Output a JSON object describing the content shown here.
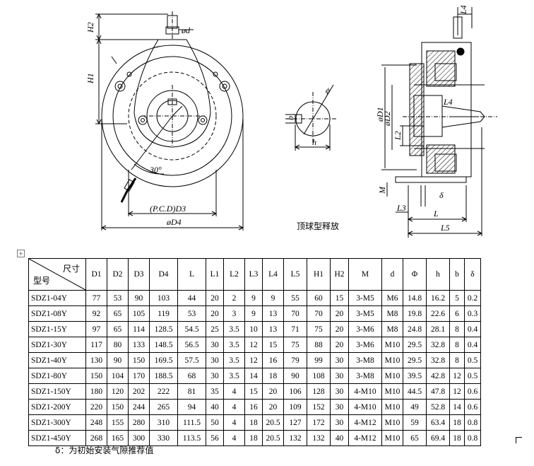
{
  "drawing": {
    "front_view": {
      "dims": {
        "h2": "H2",
        "h1": "H1",
        "d": "ød",
        "angle": "30°",
        "d3": "(P.C.D)D3",
        "d4": "øD4"
      }
    },
    "key_view": {
      "dims": {
        "phi": "ϕ",
        "b": "b",
        "h": "h"
      }
    },
    "section_view": {
      "dims": {
        "l4_top": "L4",
        "l4_mid": "L4",
        "d1": "øD1",
        "d2": "øD2",
        "l2": "L2",
        "m": "M",
        "delta": "δ",
        "l3": "L3",
        "l": "L",
        "l5": "L5"
      }
    },
    "caption": "顶球型释放"
  },
  "table": {
    "corner_top": "尺寸",
    "corner_bottom": "型号",
    "headers": [
      "D1",
      "D2",
      "D3",
      "D4",
      "L",
      "L1",
      "L2",
      "L3",
      "L4",
      "L5",
      "H1",
      "H2",
      "M",
      "d",
      "Φ",
      "h",
      "b",
      "δ"
    ],
    "rows": [
      [
        "SDZ1-04Y",
        "77",
        "53",
        "90",
        "103",
        "44",
        "20",
        "2",
        "9",
        "9",
        "55",
        "60",
        "15",
        "3-M5",
        "M6",
        "14.8",
        "16.2",
        "5",
        "0.2"
      ],
      [
        "SDZ1-08Y",
        "92",
        "65",
        "105",
        "119",
        "53",
        "20",
        "3",
        "9",
        "13",
        "70",
        "70",
        "20",
        "3-M5",
        "M8",
        "19.8",
        "22.6",
        "6",
        "0.3"
      ],
      [
        "SDZ1-15Y",
        "97",
        "65",
        "114",
        "128.5",
        "54.5",
        "25",
        "3.5",
        "10",
        "13",
        "71",
        "75",
        "20",
        "3-M6",
        "M8",
        "24.8",
        "28.1",
        "8",
        "0.4"
      ],
      [
        "SDZ1-30Y",
        "117",
        "80",
        "133",
        "148.5",
        "56.5",
        "30",
        "3.5",
        "12",
        "15",
        "75",
        "88",
        "20",
        "3-M6",
        "M10",
        "29.5",
        "32.8",
        "8",
        "0.4"
      ],
      [
        "SDZ1-40Y",
        "130",
        "90",
        "150",
        "169.5",
        "57.5",
        "30",
        "3.5",
        "12",
        "16",
        "79",
        "99",
        "30",
        "3-M8",
        "M10",
        "29.5",
        "32.8",
        "8",
        "0.5"
      ],
      [
        "SDZ1-80Y",
        "150",
        "104",
        "170",
        "188.5",
        "68",
        "30",
        "3.5",
        "14",
        "18",
        "90",
        "108",
        "30",
        "3-M8",
        "M10",
        "39.5",
        "42.8",
        "12",
        "0.5"
      ],
      [
        "SDZ1-150Y",
        "180",
        "120",
        "202",
        "222",
        "81",
        "35",
        "4",
        "15",
        "20",
        "106",
        "128",
        "30",
        "4-M10",
        "M10",
        "44.5",
        "47.8",
        "12",
        "0.6"
      ],
      [
        "SDZ1-200Y",
        "220",
        "150",
        "244",
        "265",
        "94",
        "40",
        "4",
        "16",
        "20",
        "109",
        "152",
        "30",
        "4-M10",
        "M10",
        "49",
        "52.8",
        "14",
        "0.6"
      ],
      [
        "SDZ1-300Y",
        "248",
        "155",
        "280",
        "310",
        "111.5",
        "50",
        "4",
        "18",
        "20.5",
        "127",
        "172",
        "30",
        "4-M12",
        "M10",
        "59",
        "63.4",
        "18",
        "0.8"
      ],
      [
        "SDZ1-450Y",
        "268",
        "165",
        "300",
        "330",
        "113.5",
        "56",
        "4",
        "18",
        "20.5",
        "132",
        "132",
        "40",
        "4-M12",
        "M10",
        "65",
        "69.4",
        "18",
        "0.8"
      ]
    ]
  },
  "note": "δ：为初始安装气隙推荐值"
}
